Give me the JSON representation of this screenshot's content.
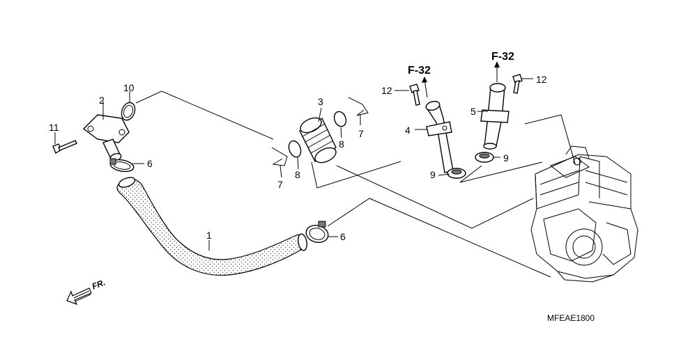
{
  "diagram": {
    "callouts": {
      "c1": "1",
      "c2": "2",
      "c3": "3",
      "c4": "4",
      "c5": "5",
      "c6a": "6",
      "c6b": "6",
      "c7a": "7",
      "c7b": "7",
      "c8a": "8",
      "c8b": "8",
      "c9a": "9",
      "c9b": "9",
      "c10": "10",
      "c11": "11",
      "c12a": "12",
      "c12b": "12"
    },
    "references": {
      "left": "F-32",
      "right": "F-32"
    },
    "direction_label": "FR.",
    "drawing_code": "MFEAE1800"
  }
}
